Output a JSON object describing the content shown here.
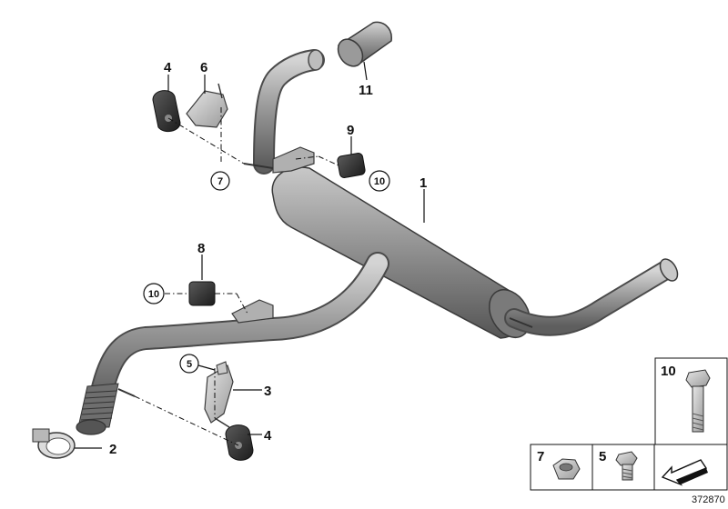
{
  "diagram": {
    "labels": {
      "muffler": "1",
      "clamp": "2",
      "bracket_lower": "3",
      "hanger_upper": "4",
      "hanger_lower": "4",
      "screw_callout": "5",
      "bracket_upper": "6",
      "nut_callout": "7",
      "damper_lower": "8",
      "damper_upper": "9",
      "bolt_callout_upper": "10",
      "bolt_callout_lower": "10",
      "tailpipe_tip": "11"
    },
    "legend": {
      "bolt": "10",
      "nut": "7",
      "screw": "5"
    },
    "part_id": "372870"
  }
}
